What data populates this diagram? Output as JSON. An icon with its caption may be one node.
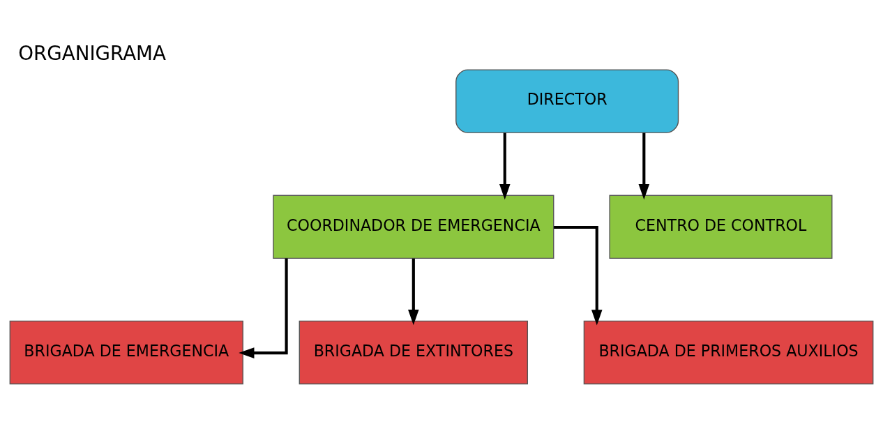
{
  "diagram": {
    "title": "ORGANIGRAMA",
    "nodes": [
      {
        "text": [
          "DIRECTOR"
        ]
      },
      {
        "text": [
          "COORDINADOR DE EMERGENCIA"
        ]
      },
      {
        "text": [
          "CENTRO DE CONTROL"
        ]
      },
      {
        "text": [
          "BRIGADA DE EMERGENCIA"
        ]
      },
      {
        "text": [
          "BRIGADA DE EXTINTORES"
        ]
      },
      {
        "text": [
          "BRIGADA DE PRIMEROS AUXILIOS"
        ]
      }
    ],
    "edges": [
      {
        "from": 0,
        "to": 1,
        "arrow": "to"
      },
      {
        "from": 0,
        "to": 2,
        "arrow": "to"
      },
      {
        "from": 1,
        "to": 3,
        "arrow": "to"
      },
      {
        "from": 1,
        "to": 4,
        "arrow": "to"
      },
      {
        "from": 1,
        "to": 5,
        "arrow": "to"
      }
    ]
  }
}
